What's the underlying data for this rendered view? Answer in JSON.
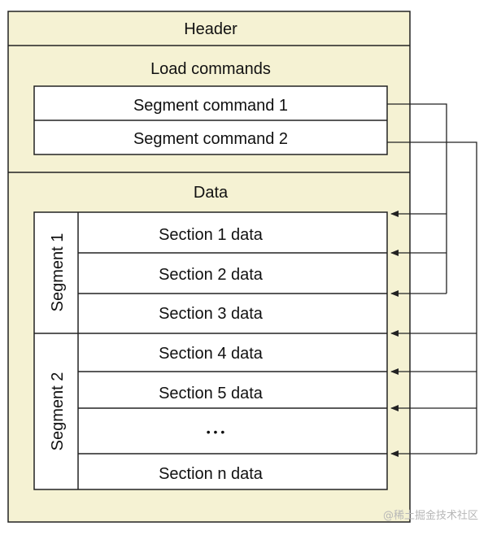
{
  "colors": {
    "panel_fill": "#f5f2d3",
    "box_fill": "#ffffff",
    "line": "#222222"
  },
  "header": {
    "label": "Header"
  },
  "load_commands": {
    "label": "Load commands",
    "items": [
      "Segment command 1",
      "Segment command 2"
    ]
  },
  "data": {
    "label": "Data",
    "segments": [
      {
        "label": "Segment 1",
        "sections": [
          "Section 1 data",
          "Section 2 data",
          "Section 3 data"
        ]
      },
      {
        "label": "Segment 2",
        "sections": [
          "Section 4 data",
          "Section 5 data",
          "• • •",
          "Section n data"
        ]
      }
    ]
  },
  "watermark": "@稀土掘金技术社区"
}
